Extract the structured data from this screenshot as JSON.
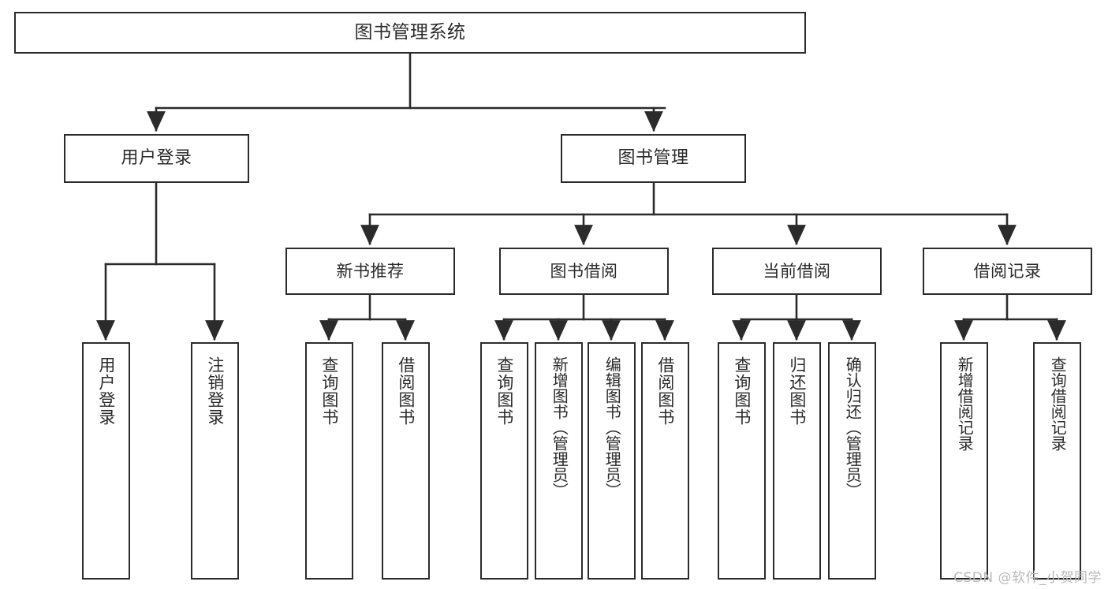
{
  "diagram": {
    "title": "图书管理系统",
    "type": "tree-hierarchy-chart",
    "orientation": "top-down",
    "colors": {
      "box_border": "#2b2b2b",
      "box_fill": "#ffffff",
      "connector": "#2b2b2b",
      "watermark": "#b9b9b9",
      "background": "#ffffff"
    }
  },
  "watermark": "CSDN @软件_小贺同学",
  "nodes": {
    "root": {
      "label": "图书管理系统"
    },
    "level2": [
      {
        "id": "user-login",
        "label": "用户登录"
      },
      {
        "id": "book-manage",
        "label": "图书管理"
      }
    ],
    "level3": [
      {
        "id": "new-book-recommend",
        "label": "新书推荐"
      },
      {
        "id": "book-borrow",
        "label": "图书借阅"
      },
      {
        "id": "current-borrow",
        "label": "当前借阅"
      },
      {
        "id": "borrow-record",
        "label": "借阅记录"
      }
    ],
    "leaves": {
      "user-login": [
        {
          "id": "leaf-user-login",
          "label": "用户登录"
        },
        {
          "id": "leaf-user-logout",
          "label": "注销登录"
        }
      ],
      "new-book-recommend": [
        {
          "id": "leaf-query-book-1",
          "label": "查询图书"
        },
        {
          "id": "leaf-borrow-book-1",
          "label": "借阅图书"
        }
      ],
      "book-borrow": [
        {
          "id": "leaf-query-book-2",
          "label": "查询图书"
        },
        {
          "id": "leaf-add-book",
          "label": "新增图书（管理员）"
        },
        {
          "id": "leaf-edit-book",
          "label": "编辑图书（管理员）"
        },
        {
          "id": "leaf-borrow-book-2",
          "label": "借阅图书"
        }
      ],
      "current-borrow": [
        {
          "id": "leaf-query-book-3",
          "label": "查询图书"
        },
        {
          "id": "leaf-return-book",
          "label": "归还图书"
        },
        {
          "id": "leaf-confirm-return",
          "label": "确认归还（管理员）"
        }
      ],
      "borrow-record": [
        {
          "id": "leaf-add-record",
          "label": "新增借阅记录"
        },
        {
          "id": "leaf-query-record",
          "label": "查询借阅记录"
        }
      ]
    }
  }
}
